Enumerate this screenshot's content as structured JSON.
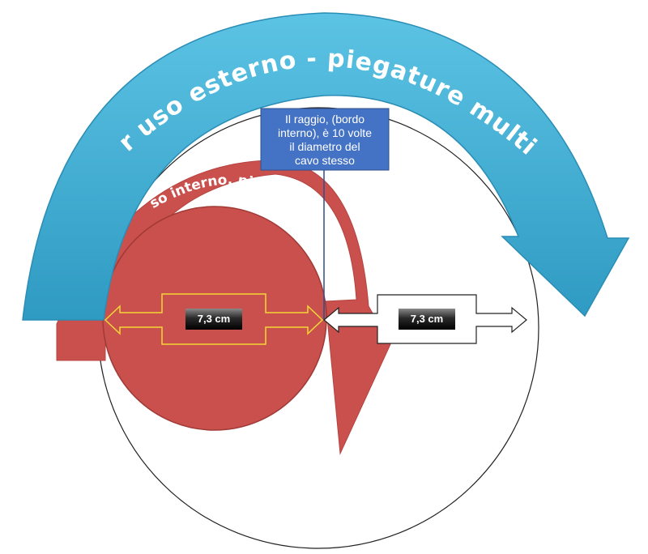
{
  "outer_arc": {
    "label": "Per uso esterno - piegature multiple",
    "color": "#3aa9cf",
    "shade": "#2d8fb2"
  },
  "inner_arc": {
    "label": "Uso interno, piegatura singola",
    "color": "#c9504d"
  },
  "callout": {
    "lines": [
      "Il raggio, (bordo",
      "interno), è 10 volte",
      "il diametro del",
      "cavo stesso"
    ],
    "color": "#4472c4"
  },
  "measure_left": {
    "label": "7,3 cm"
  },
  "measure_right": {
    "label": "7,3 cm"
  }
}
